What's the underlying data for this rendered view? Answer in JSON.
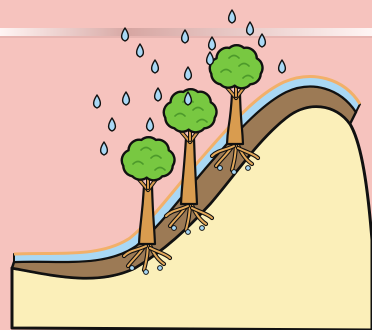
{
  "scene": {
    "subject": "hillside-trees-rain",
    "colors": {
      "sky": "#f6c3be",
      "header_band": "#d7a7a3",
      "header_band_light": "#fff5f4",
      "hill": "#fbefb9",
      "soil": "#9c7a55",
      "water": "#a9d8f5",
      "topsoil_edge": "#f2b06a",
      "leaves": "#78c841",
      "leaves_dark": "#4d9a2b",
      "trunk": "#d99c4f",
      "roots": "#e3a85a",
      "outline": "#111111"
    },
    "counts": {
      "trees": 3,
      "raindrops": 18
    }
  }
}
